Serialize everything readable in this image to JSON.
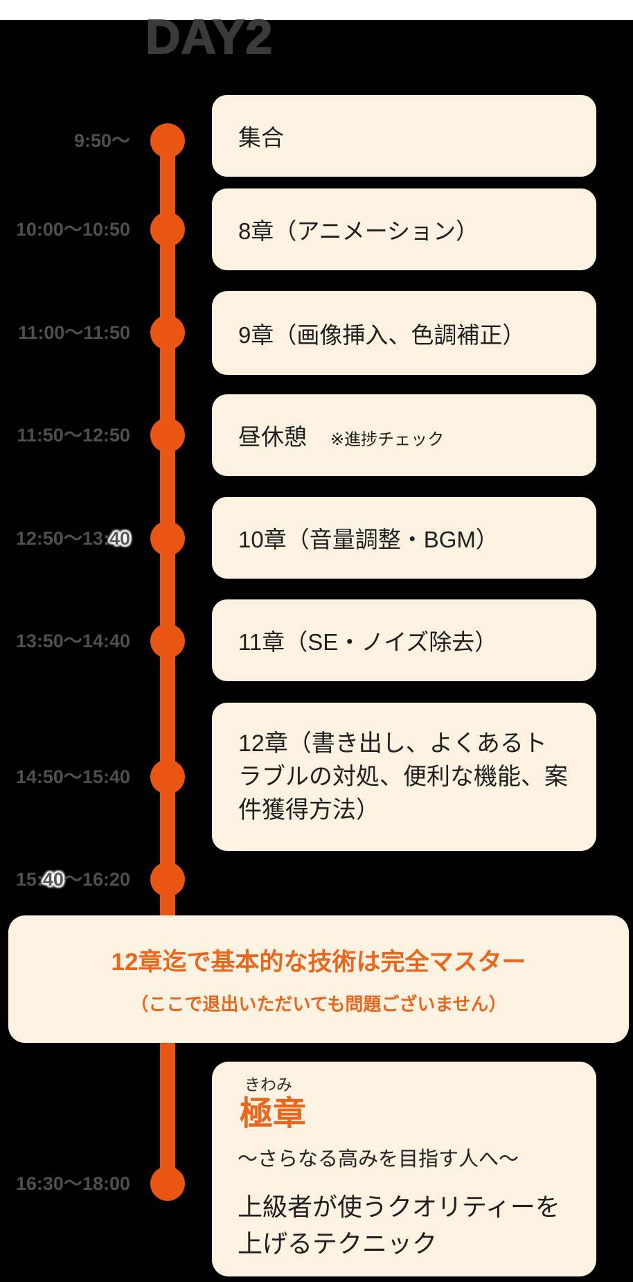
{
  "header": {
    "title": "DAY2"
  },
  "colors": {
    "background": "#000000",
    "top_strip": "#FFFFFF",
    "timeline_orange": "#E95513",
    "accent_text_orange": "#E8671E",
    "card_background": "#FBF2E1",
    "time_label_gray": "#4F4F4F",
    "heading_gray": "#3A3A3A",
    "card_text": "#1F1F1F"
  },
  "timeline": {
    "rows": [
      {
        "time_pre": "9:50～",
        "time_halo": "",
        "time_post": "",
        "card_title": "集合"
      },
      {
        "time_pre": "10:00～10:50",
        "time_halo": "",
        "time_post": "",
        "card_title": "8章（アニメーション）"
      },
      {
        "time_pre": "11:00～11:50",
        "time_halo": "",
        "time_post": "",
        "card_title": "9章（画像挿入、色調補正）"
      },
      {
        "time_pre": "11:50～12:50",
        "time_halo": "",
        "time_post": "",
        "card_title": "昼休憩",
        "card_note": "※進捗チェック"
      },
      {
        "time_pre": "12:50～13:",
        "time_halo": "40",
        "time_post": "",
        "card_title": "10章（音量調整・BGM）"
      },
      {
        "time_pre": "13:50～14:40",
        "time_halo": "",
        "time_post": "",
        "card_title": "11章（SE・ノイズ除去）"
      },
      {
        "time_pre": "14:50～15:40",
        "time_halo": "",
        "time_post": "",
        "card_title": "12章（書き出し、よくあるトラブルの対処、便利な機能、案件獲得方法）"
      },
      {
        "time_pre": "15:",
        "time_halo": "40",
        "time_post": "～16:20",
        "card_title": ""
      },
      {
        "time_pre": "16:30～18:00",
        "time_halo": "",
        "time_post": "",
        "card_title": ""
      }
    ]
  },
  "banner": {
    "title": "12章迄で基本的な技術は完全マスター",
    "subtitle": "（ここで退出いただいても問題ございません）"
  },
  "final_card": {
    "furigana": "きわみ",
    "title": "極章",
    "subtitle": "～さらなる高みを目指す人へ～",
    "body": "上級者が使うクオリティーを上げるテクニック"
  }
}
